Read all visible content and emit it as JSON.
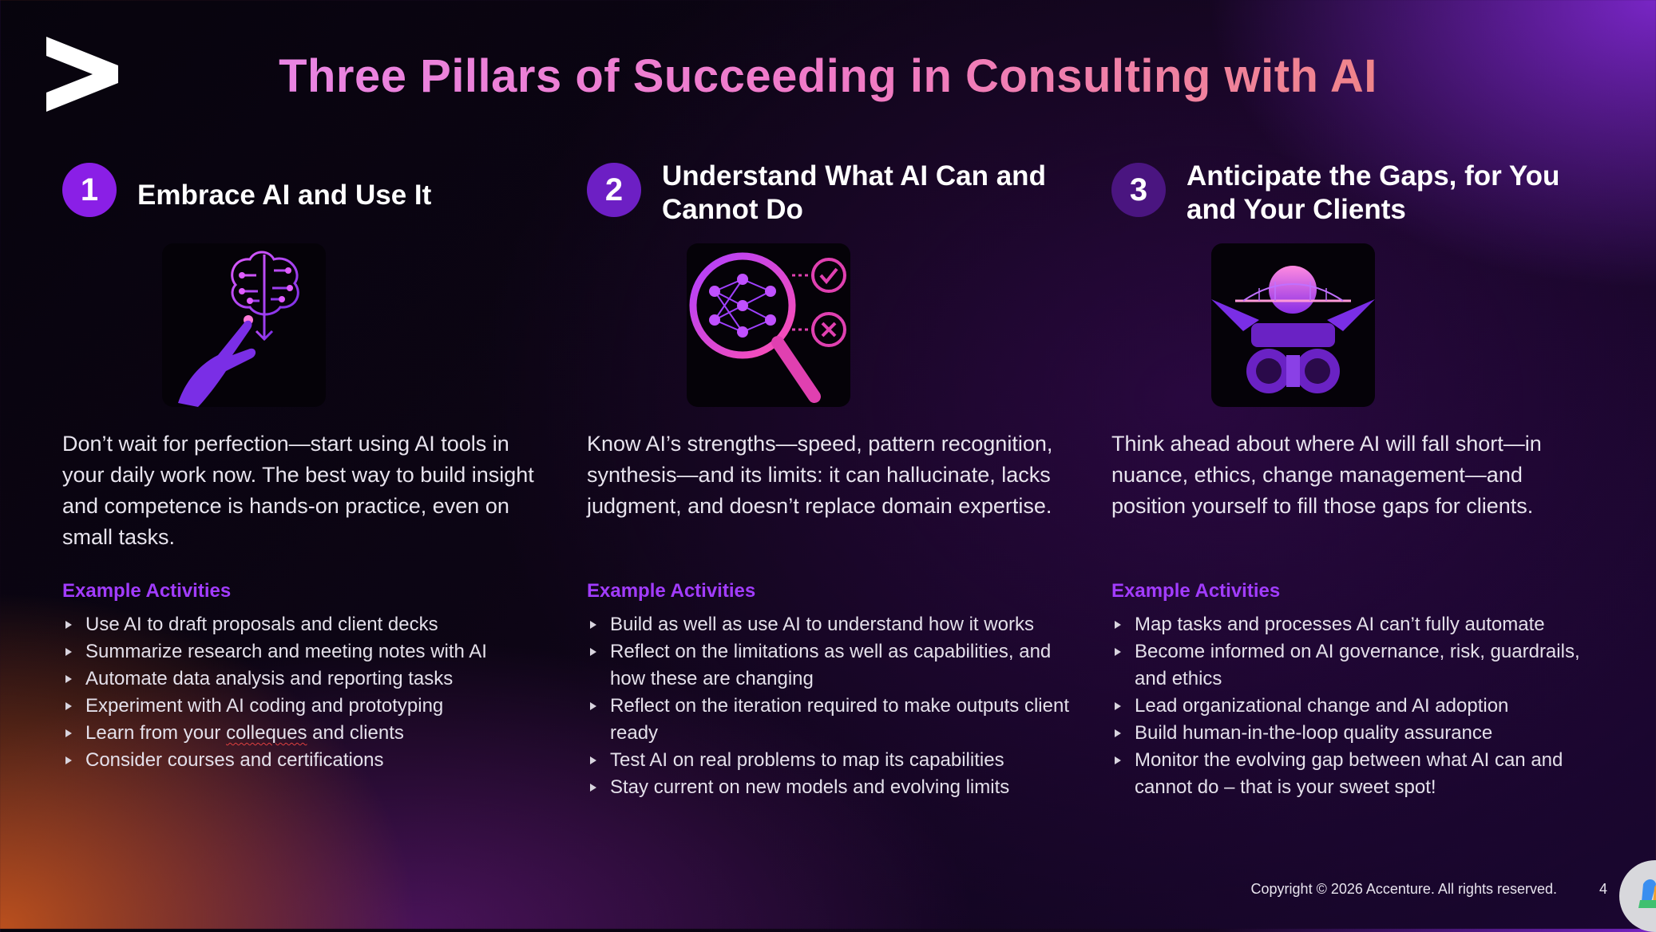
{
  "header": {
    "logo_icon": "accenture-greater-than-logo",
    "title": "Three Pillars of Succeeding in Consulting with AI"
  },
  "pillars": [
    {
      "number": "1",
      "title": "Embrace AI and Use It",
      "image_icon": "hand-touching-circuit-brain-icon",
      "description": "Don’t wait for perfection—start using AI tools in your daily work now. The best way to build insight and competence is hands-on practice, even on small tasks.",
      "examples_label": "Example Activities",
      "examples": [
        "Use AI to draft proposals and client decks",
        "Summarize research and meeting notes with AI",
        "Automate data analysis and reporting tasks",
        "Experiment with AI coding and prototyping",
        "Learn from your colleques and clients",
        "Consider courses and certifications"
      ]
    },
    {
      "number": "2",
      "title": "Understand What AI Can and Cannot Do",
      "image_icon": "magnifier-neural-network-check-x-icon",
      "description": "Know AI’s strengths—speed, pattern recognition, synthesis—and its limits: it can hallucinate, lacks judgment, and doesn’t replace domain expertise.",
      "examples_label": "Example Activities",
      "examples": [
        "Build as well as use AI to understand how it works",
        "Reflect on the limitations as well as capabilities, and how these are changing",
        "Reflect on the iteration required to make outputs client ready",
        "Test AI on real problems to map its capabilities",
        "Stay current on new models and evolving limits"
      ]
    },
    {
      "number": "3",
      "title": "Anticipate the Gaps, for You and Your Clients",
      "image_icon": "binoculars-bridge-horizon-icon",
      "description": "Think ahead about where AI will fall short—in nuance, ethics, change management—and position yourself to fill those gaps for clients.",
      "examples_label": "Example Activities",
      "examples": [
        "Map tasks and processes AI can’t fully automate",
        "Become informed on AI governance, risk, guardrails, and ethics",
        "Lead organizational change and AI adoption",
        "Build human-in-the-loop quality assurance",
        "Monitor the evolving gap between what AI can and cannot do – that is your sweet spot!"
      ]
    }
  ],
  "footer": {
    "copyright": "Copyright © 2026 Accenture. All rights reserved.",
    "page_number": "4",
    "copilot_icon": "copilot-icon"
  },
  "colors": {
    "accent_purple": "#a23cff",
    "title_gradient_start": "#e58af0",
    "title_gradient_end": "#f08a6a"
  }
}
